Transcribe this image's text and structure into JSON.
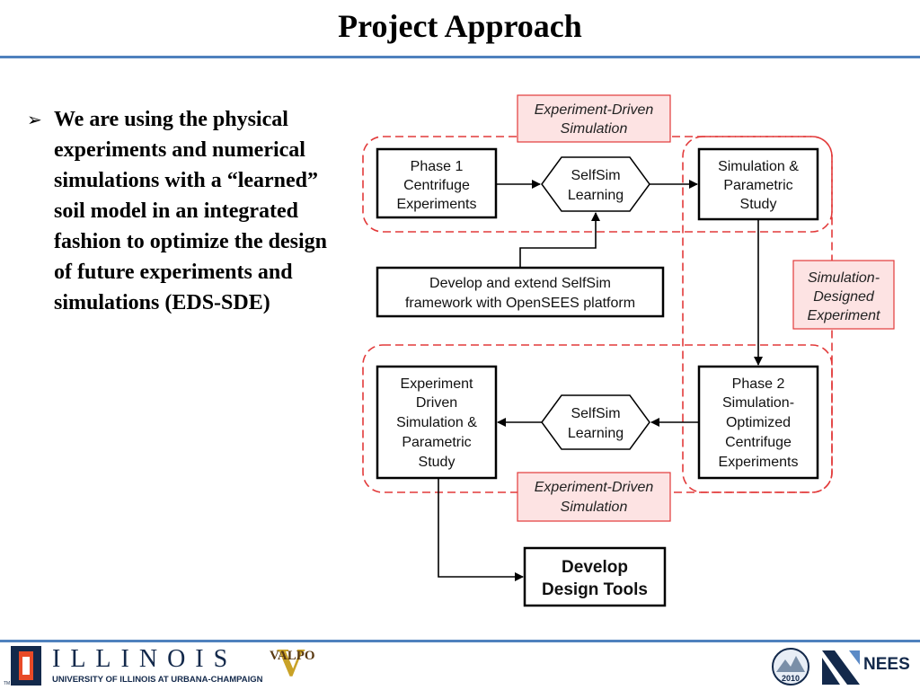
{
  "slide": {
    "title": "Project Approach",
    "bullet": {
      "marker": "➢",
      "text": "We are using the physical experiments and numerical simulations with a “learned” soil model in an integrated fashion to optimize the design of future experiments and simulations (EDS-SDE)"
    }
  },
  "diagram": {
    "notes": {
      "top": [
        "Experiment-Driven",
        "Simulation"
      ],
      "right": [
        "Simulation-",
        "Designed",
        "Experiment"
      ],
      "bottom": [
        "Experiment-Driven",
        "Simulation"
      ]
    },
    "nodes": {
      "phase1": [
        "Phase 1",
        "Centrifuge",
        "Experiments"
      ],
      "selfsim_top": [
        "SelfSim",
        "Learning"
      ],
      "sim_param": [
        "Simulation &",
        "Parametric",
        "Study"
      ],
      "develop_extend": [
        "Develop and extend SelfSim",
        "framework with OpenSEES platform"
      ],
      "phase2": [
        "Phase 2",
        "Simulation-",
        "Optimized",
        "Centrifuge",
        "Experiments"
      ],
      "selfsim_bottom": [
        "SelfSim",
        "Learning"
      ],
      "eds_param": [
        "Experiment",
        "Driven",
        "Simulation &",
        "Parametric",
        "Study"
      ],
      "design_tools": [
        "Develop",
        "Design Tools"
      ]
    },
    "colors": {
      "dashed": "#e23a3a",
      "note_fill": "#fde3e3",
      "note_stroke": "#e23a3a",
      "box_stroke": "#000000"
    }
  },
  "footer": {
    "illinois_wordmark": "ILLINOIS",
    "illinois_sub": "UNIVERSITY OF ILLINOIS AT URBANA-CHAMPAIGN",
    "valpo": "VALPO",
    "seal_text": "2010",
    "nees": "NEES",
    "tm": "TM",
    "accent": "#4f81bd"
  }
}
